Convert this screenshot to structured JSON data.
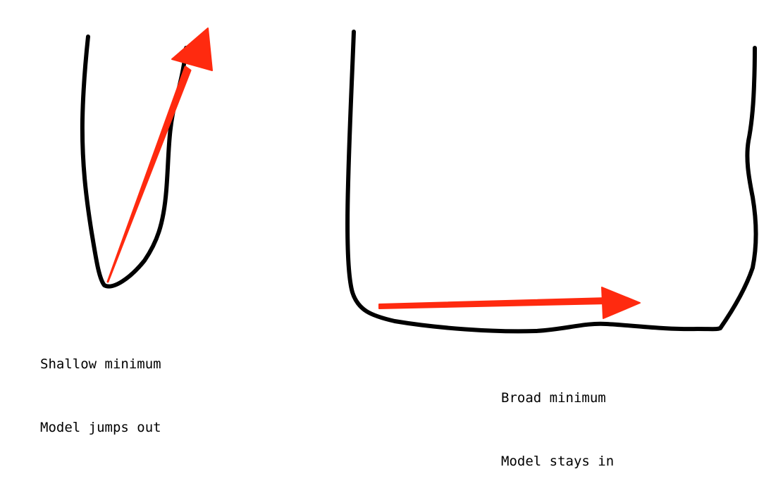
{
  "colors": {
    "curve": "#000000",
    "arrow": "#ff2a0f",
    "background": "#ffffff"
  },
  "left_panel": {
    "caption_line1": "Shallow minimum",
    "caption_line2": "Model jumps out"
  },
  "right_panel": {
    "caption_line1": "Broad minimum",
    "caption_line2": "Model stays in"
  }
}
